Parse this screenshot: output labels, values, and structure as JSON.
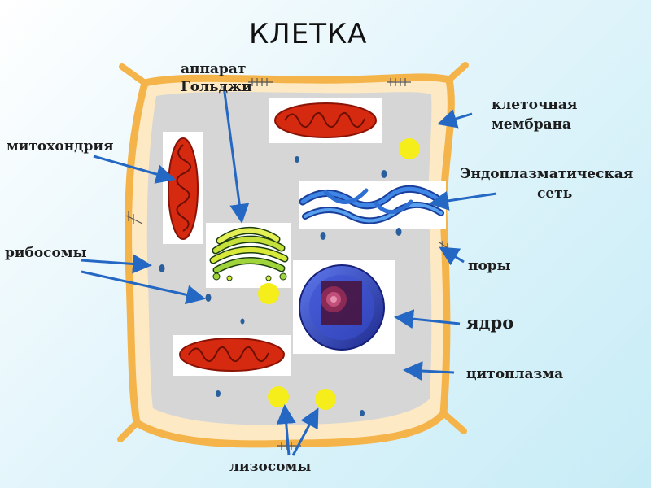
{
  "title": "КЛЕТКА",
  "labels": {
    "golgi_line1": "аппарат",
    "golgi_line2": "Гольджи",
    "membrane_line1": "клеточная",
    "membrane_line2": "мембрана",
    "mitochondria": "митохондрия",
    "er_line1": "Эндоплазматическая",
    "er_line2": "сеть",
    "ribosomes": "рибосомы",
    "pores": "поры",
    "nucleus": "ядро",
    "cytoplasm": "цитоплазма",
    "lysosomes": "лизосомы"
  },
  "colors": {
    "membrane": "#f4b44a",
    "cytoplasm": "#d6d6d6",
    "mitochondria": "#d62a10",
    "er": "#2d6fd2",
    "nucleus": "#2f3fb6",
    "nucleolus": "#7a1f48",
    "lysosome": "#f5ee1a",
    "ribosome": "#2a5f9e",
    "arrow": "#2468c4"
  }
}
